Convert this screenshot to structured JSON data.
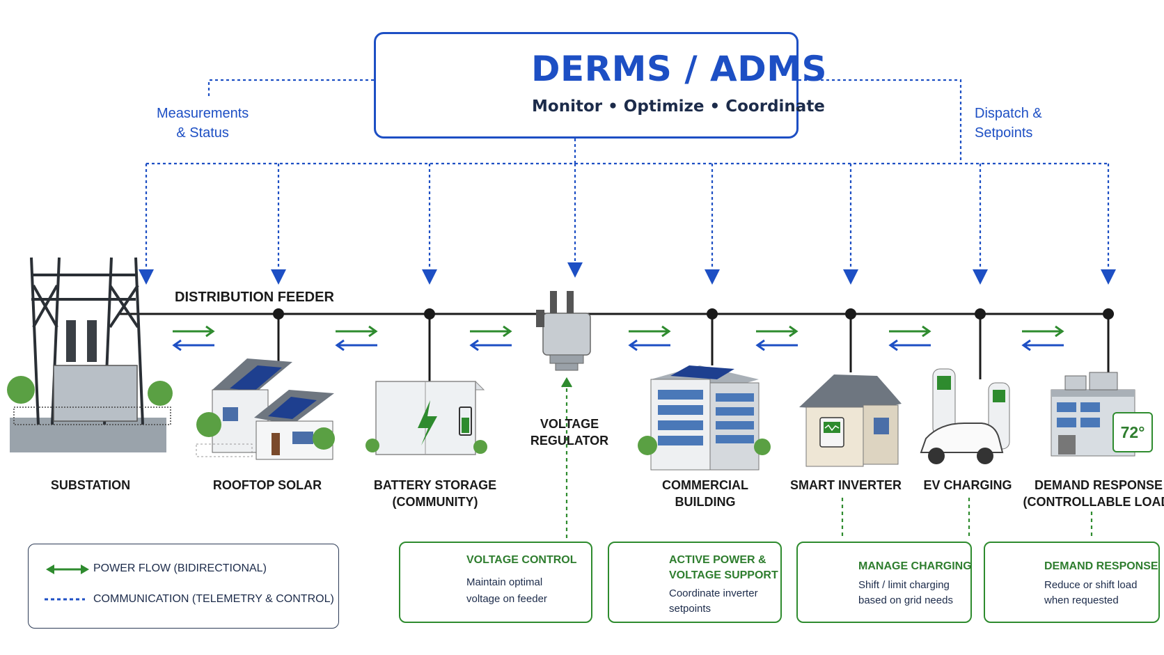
{
  "header": {
    "title": "DERMS / ADMS",
    "subtitle": "Monitor • Optimize • Coordinate",
    "icon": "dashboard-monitor-icon"
  },
  "links": {
    "measurements_line1": "Measurements",
    "measurements_line2": "& Status",
    "dispatch_line1": "Dispatch &",
    "dispatch_line2": "Setpoints"
  },
  "feeder": {
    "label": "DISTRIBUTION FEEDER"
  },
  "nodes": [
    {
      "line1": "SUBSTATION",
      "line2": "",
      "icon": "substation-icon"
    },
    {
      "line1": "ROOFTOP SOLAR",
      "line2": "",
      "icon": "rooftop-solar-house-icon"
    },
    {
      "line1": "BATTERY STORAGE",
      "line2": "(COMMUNITY)",
      "icon": "battery-storage-icon"
    },
    {
      "line1": "VOLTAGE",
      "line2": "REGULATOR",
      "icon": "voltage-regulator-icon"
    },
    {
      "line1": "COMMERCIAL",
      "line2": "BUILDING",
      "icon": "commercial-building-icon"
    },
    {
      "line1": "SMART INVERTER",
      "line2": "",
      "icon": "smart-inverter-house-icon"
    },
    {
      "line1": "EV CHARGING",
      "line2": "",
      "icon": "ev-charging-icon"
    },
    {
      "line1": "DEMAND RESPONSE",
      "line2": "(CONTROLLABLE LOAD)",
      "icon": "demand-response-building-icon",
      "thermostat": "72°"
    }
  ],
  "legend": {
    "power_flow": "POWER FLOW (BIDIRECTIONAL)",
    "communication": "COMMUNICATION (TELEMETRY & CONTROL)"
  },
  "cards": [
    {
      "title": "VOLTAGE CONTROL",
      "desc1": "Maintain optimal",
      "desc2": "voltage on feeder",
      "icon": "gauge-icon"
    },
    {
      "title1": "ACTIVE POWER &",
      "title2": "VOLTAGE SUPPORT",
      "desc1": "Coordinate inverter",
      "desc2": "setpoints",
      "icon": "sine-wave-icon"
    },
    {
      "title": "MANAGE CHARGING",
      "desc1": "Shift / limit charging",
      "desc2": "based on grid needs",
      "icon": "car-icon"
    },
    {
      "title": "DEMAND RESPONSE",
      "desc1": "Reduce or shift load",
      "desc2": "when requested",
      "icon": "people-group-icon"
    }
  ],
  "colors": {
    "communication": "#1d4fc4",
    "power": "#2e8b2e",
    "feeder": "#1a1a1a"
  }
}
